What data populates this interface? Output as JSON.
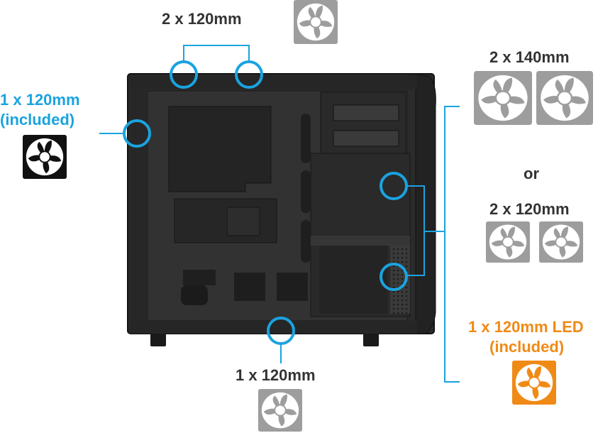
{
  "labels": {
    "top": "2 x 120mm",
    "front_included_line1": "1 x 120mm",
    "front_included_line2": "(included)",
    "right_140": "2 x 140mm",
    "right_or": "or",
    "right_120": "2 x 120mm",
    "right_led_line1": "1 x 120mm LED",
    "right_led_line2": "(included)",
    "bottom": "1 x 120mm"
  },
  "colors": {
    "label_dark": "#333333",
    "accent_blue": "#1aa3e0",
    "led_orange": "#f08a16",
    "fan_gray": "#9d9d9d",
    "fan_black": "#111111",
    "case_black": "#2a2a2a"
  },
  "icons": {
    "fan": "fan-icon",
    "case": "pc-case-side-view"
  }
}
